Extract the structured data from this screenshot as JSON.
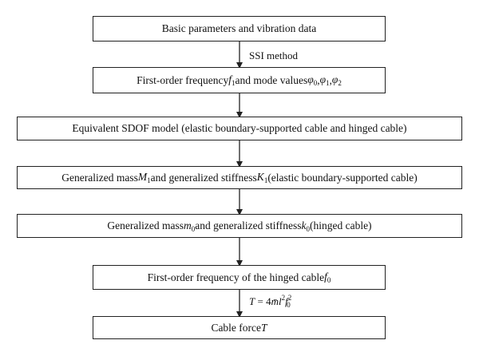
{
  "steps": [
    {
      "id": "s1",
      "parts": [
        {
          "t": "text",
          "v": "Basic parameters and vibration data"
        }
      ]
    },
    {
      "id": "s2",
      "parts": [
        {
          "t": "text",
          "v": "First-order frequency "
        },
        {
          "t": "var",
          "v": "f",
          "sub": "1"
        },
        {
          "t": "text",
          "v": " and mode values "
        },
        {
          "t": "var",
          "v": "φ",
          "sub": "0"
        },
        {
          "t": "text",
          "v": ", "
        },
        {
          "t": "var",
          "v": "φ",
          "sub": "1"
        },
        {
          "t": "text",
          "v": ", "
        },
        {
          "t": "var",
          "v": "φ",
          "sub": "2"
        }
      ]
    },
    {
      "id": "s3",
      "parts": [
        {
          "t": "text",
          "v": "Equivalent SDOF model (elastic boundary-supported cable and hinged cable)"
        }
      ]
    },
    {
      "id": "s4",
      "parts": [
        {
          "t": "text",
          "v": "Generalized mass "
        },
        {
          "t": "var",
          "v": "M",
          "sub": "1"
        },
        {
          "t": "text",
          "v": " and generalized stiffness "
        },
        {
          "t": "var",
          "v": "K",
          "sub": "1"
        },
        {
          "t": "text",
          "v": " (elastic boundary-supported cable)"
        }
      ]
    },
    {
      "id": "s5",
      "parts": [
        {
          "t": "text",
          "v": "Generalized mass "
        },
        {
          "t": "var",
          "v": "m",
          "sub": "0"
        },
        {
          "t": "text",
          "v": " and generalized stiffness "
        },
        {
          "t": "var",
          "v": "k",
          "sub": "0"
        },
        {
          "t": "text",
          "v": " (hinged cable)"
        }
      ]
    },
    {
      "id": "s6",
      "parts": [
        {
          "t": "text",
          "v": "First-order frequency of the hinged cable "
        },
        {
          "t": "var",
          "v": "f",
          "sub": "0"
        }
      ]
    },
    {
      "id": "s7",
      "parts": [
        {
          "t": "text",
          "v": "Cable force "
        },
        {
          "t": "var",
          "v": "T"
        }
      ]
    }
  ],
  "arrow_labels": {
    "a1": [
      {
        "t": "text",
        "v": "SSI method"
      }
    ],
    "a6": [
      {
        "t": "var",
        "v": "T"
      },
      {
        "t": "text",
        "v": " = 4"
      },
      {
        "t": "var",
        "v": "m̄l",
        "sup": "2"
      },
      {
        "t": "var",
        "v": "f",
        "sub": "0",
        "sup": "2"
      }
    ]
  }
}
